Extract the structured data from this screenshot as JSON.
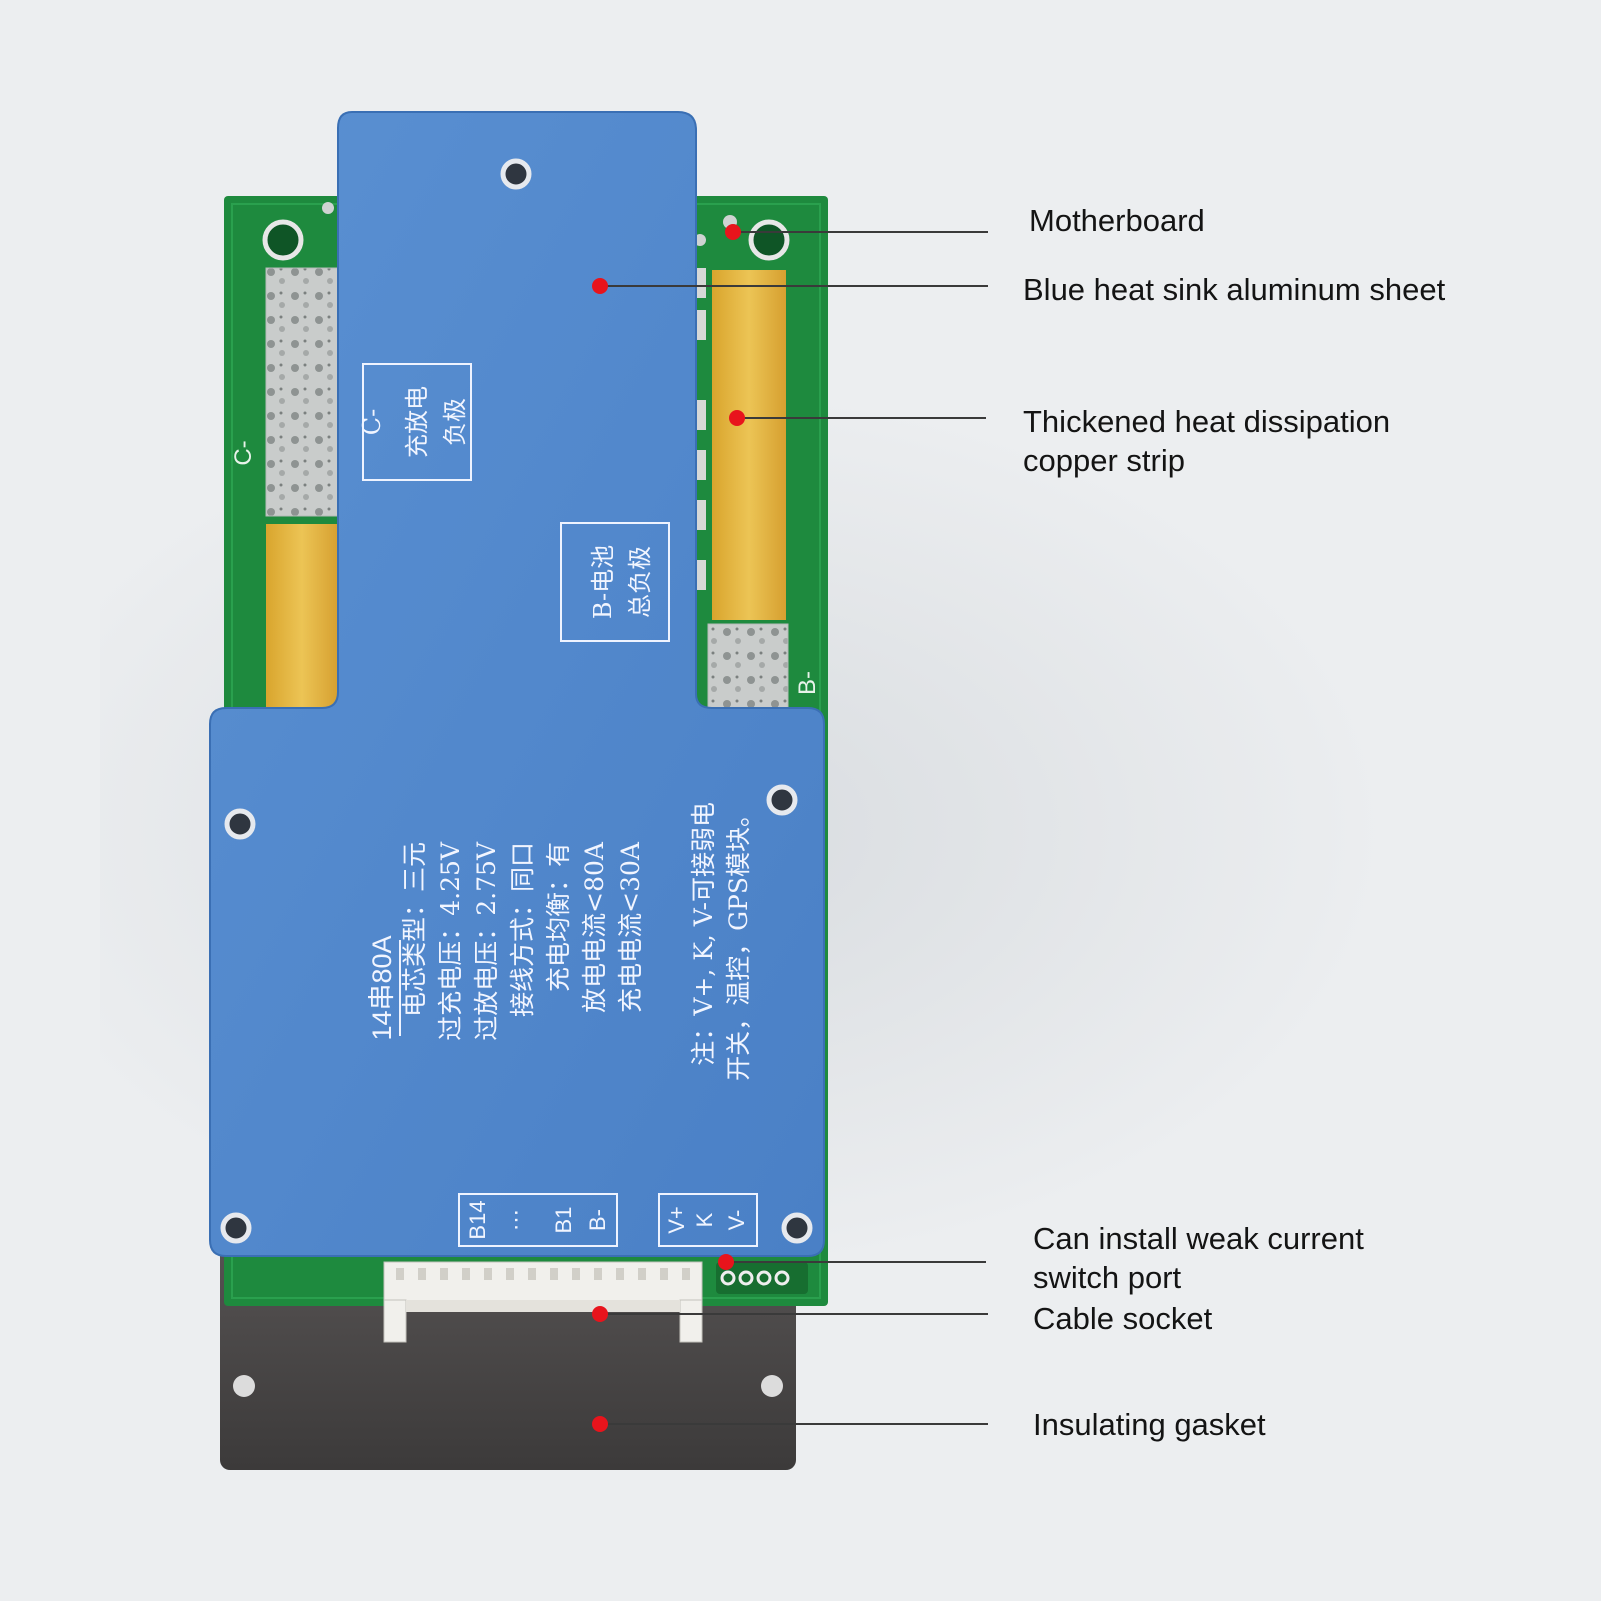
{
  "callouts": [
    {
      "text": "Motherboard"
    },
    {
      "text": "Blue heat sink aluminum sheet"
    },
    {
      "text": "Thickened heat dissipation",
      "text2": "copper strip"
    },
    {
      "text": "Can install weak current",
      "text2": "switch port"
    },
    {
      "text": "Cable socket"
    },
    {
      "text": "Insulating gasket"
    }
  ],
  "board": {
    "pcb_label_c": "C-",
    "pcb_label_b": "B-",
    "c_box": {
      "line1": "C-",
      "line2": "充放电",
      "line3": "负极"
    },
    "b_box": {
      "line1": "B-电池",
      "line2": "总负极"
    },
    "spec_title": "14串80A",
    "spec_lines": [
      "电芯类型：三元",
      "过充电压：4.25V",
      "过放电压：2.75V",
      "接线方式：同口",
      "充电均衡：有",
      "放电电流<80A",
      "充电电流<30A"
    ],
    "note_lines": [
      "注：V+, K, V-可接弱电",
      "开关，温控，GPS模块。"
    ],
    "b_terminal": {
      "a": "B14",
      "b": "⋯",
      "c": "B1",
      "d": "B-"
    },
    "v_terminal": {
      "a": "V+",
      "b": "K",
      "c": "V-"
    }
  },
  "colors": {
    "pcb": "#1e8a3e",
    "heatsink": "#4f87cc",
    "copper": "#e3b43c",
    "gasket": "#4a4848",
    "dot": "#e8141c"
  }
}
